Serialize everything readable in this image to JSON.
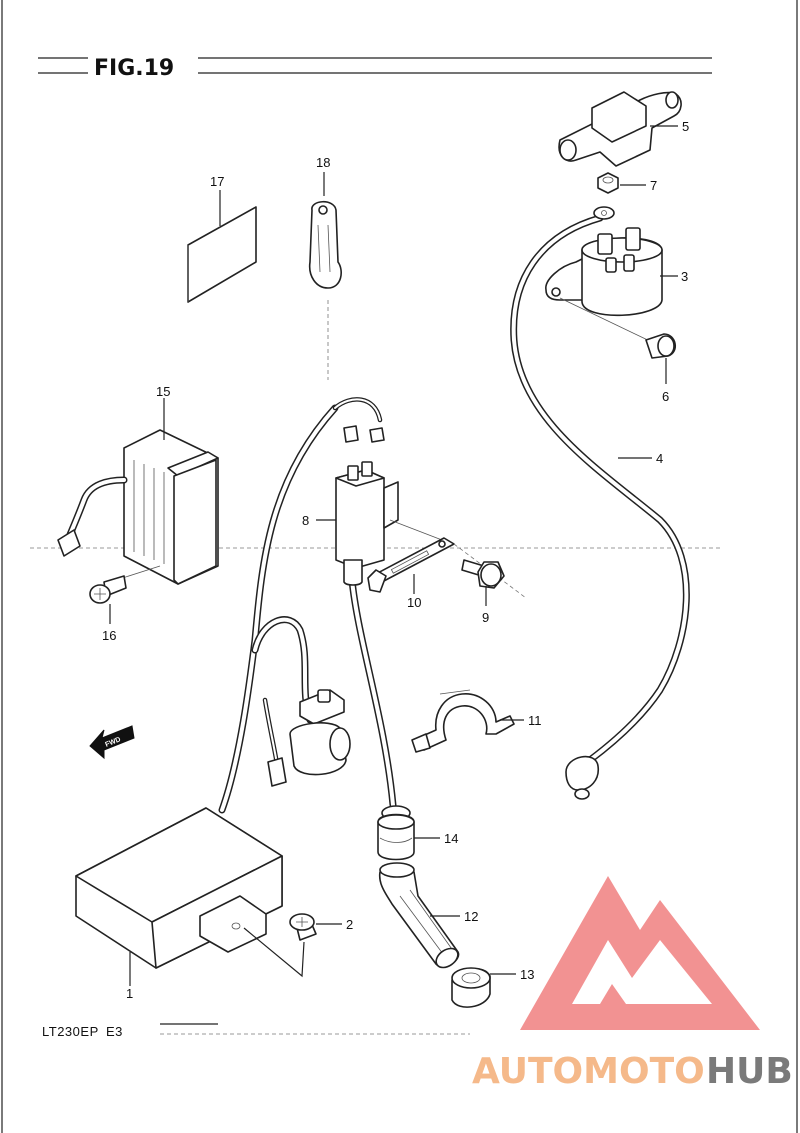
{
  "figure": {
    "title": "FIG.19",
    "model": "LT230EP",
    "market": "E3"
  },
  "fwd_arrow": {
    "text": "FWD"
  },
  "parts": [
    {
      "number": "1",
      "icon": "control-unit-icon"
    },
    {
      "number": "2",
      "icon": "screw-icon"
    },
    {
      "number": "3",
      "icon": "starter-relay-icon"
    },
    {
      "number": "4",
      "icon": "cable-icon"
    },
    {
      "number": "5",
      "icon": "boot-cover-icon"
    },
    {
      "number": "6",
      "icon": "screw-icon"
    },
    {
      "number": "7",
      "icon": "nut-icon"
    },
    {
      "number": "8",
      "icon": "ignition-coil-icon"
    },
    {
      "number": "9",
      "icon": "bolt-icon"
    },
    {
      "number": "10",
      "icon": "bracket-icon"
    },
    {
      "number": "11",
      "icon": "clamp-icon"
    },
    {
      "number": "12",
      "icon": "cap-icon"
    },
    {
      "number": "13",
      "icon": "cap-icon"
    },
    {
      "number": "14",
      "icon": "cap-icon"
    },
    {
      "number": "15",
      "icon": "regulator-icon"
    },
    {
      "number": "16",
      "icon": "screw-icon"
    },
    {
      "number": "17",
      "icon": "pad-icon"
    },
    {
      "number": "18",
      "icon": "holder-icon"
    }
  ],
  "watermark": {
    "left": "AUTOMOTO",
    "right": "HUB",
    "colors": {
      "accent": "#f07f7f",
      "light": "#f5b98a",
      "dark": "#7a7a7a"
    }
  }
}
